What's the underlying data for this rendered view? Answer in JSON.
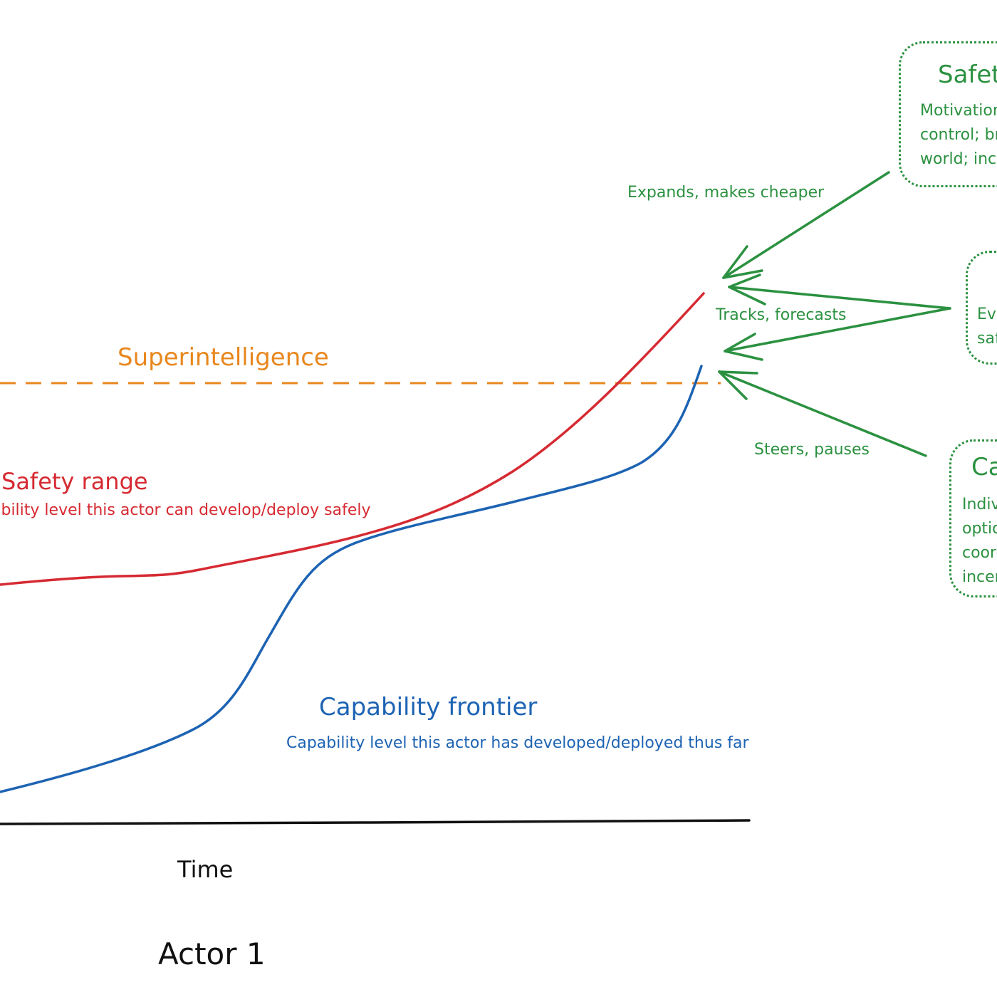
{
  "diagram": {
    "superintelligence_label": "Superintelligence",
    "safety_range": {
      "title": "Safety range",
      "subtitle": "ability level this actor can develop/deploy safely"
    },
    "capability_frontier": {
      "title": "Capability frontier",
      "subtitle": "Capability level this actor has developed/deployed thus far"
    },
    "x_axis_label": "Time",
    "actor_label": "Actor 1",
    "arrows": {
      "expands": "Expands, makes cheaper",
      "tracks": "Tracks, forecasts",
      "steers": "Steers, pauses"
    },
    "boxes": {
      "safety": {
        "title": "Safet",
        "lines": [
          "Motivation",
          "control; br",
          "world; inc"
        ]
      },
      "evaluation": {
        "lines": [
          "Eva",
          "saf"
        ]
      },
      "capability": {
        "title": "Ca",
        "lines": [
          "Indiv",
          "optio",
          "coord",
          "incen"
        ]
      }
    },
    "colors": {
      "superintelligence": "#e8871e",
      "safety": "#d62a32",
      "capability": "#1d63b3",
      "factors": "#2b9140",
      "axis": "#111111"
    }
  }
}
